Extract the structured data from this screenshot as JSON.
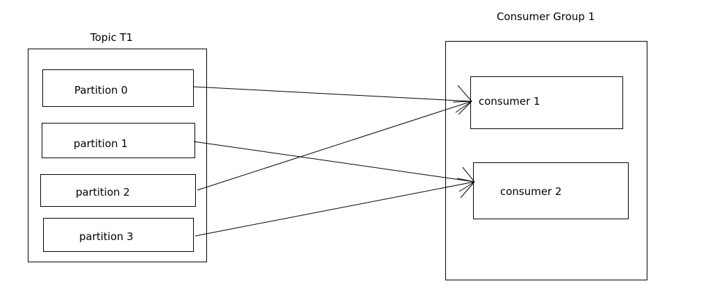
{
  "topic": {
    "title": "Topic  T1",
    "partitions": [
      {
        "label": "Partition 0",
        "target": "consumer 1"
      },
      {
        "label": "partition 1",
        "target": "consumer 2"
      },
      {
        "label": "partition 2",
        "target": "consumer 1"
      },
      {
        "label": "partition 3",
        "target": "consumer 2"
      }
    ]
  },
  "group": {
    "title": "Consumer Group 1",
    "consumers": [
      {
        "label": "consumer 1"
      },
      {
        "label": "consumer 2"
      }
    ]
  },
  "colors": {
    "stroke": "#000000",
    "background": "#ffffff"
  }
}
